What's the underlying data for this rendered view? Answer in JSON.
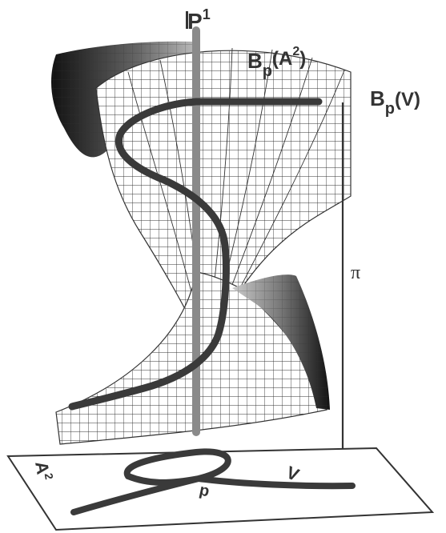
{
  "labels": {
    "p1_main": "P",
    "p1_sup": "1",
    "bpa2_main": "B",
    "bpa2_sub": "p",
    "bpa2_arg": "(",
    "bpa2_a": "A",
    "bpa2_sup": "2",
    "bpa2_close": ")",
    "bpv_main": "B",
    "bpv_sub": "p",
    "bpv_arg": "(V)",
    "pi": "π",
    "plane_a": "A",
    "plane_sup": "2",
    "plane_v": "V",
    "plane_p": "p"
  },
  "colors": {
    "surface_dark": "#222222",
    "mesh": "#333333",
    "curve": "#3a3a3a",
    "fiber": "#8a8a8a",
    "text": "#333333"
  }
}
